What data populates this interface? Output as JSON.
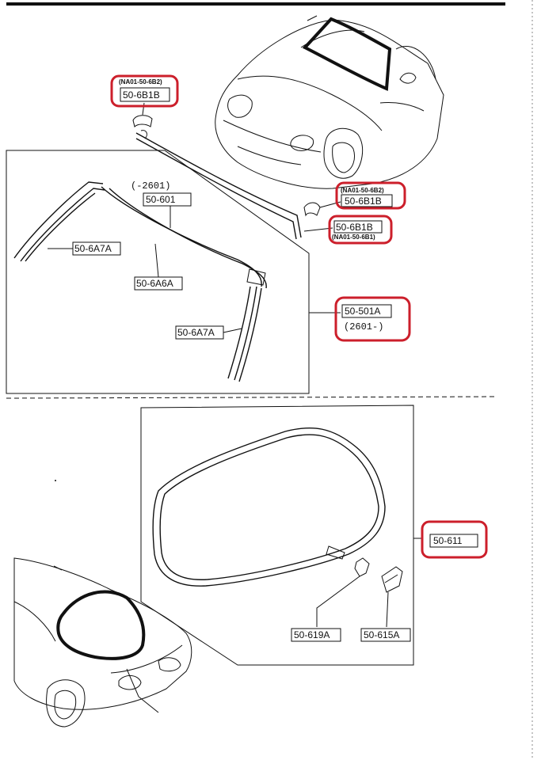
{
  "highlight_color": "#cc1f2b",
  "line_color": "#111111",
  "labels": {
    "top_left_alt": "(NA01-50-6B2)",
    "top_left_code": "50-6B1B",
    "mid_right_alt_a": "(NA01-50-6B2)",
    "mid_right_code_a": "50-6B1B",
    "mid_right_code_b": "50-6B1B",
    "mid_right_alt_b": "(NA01-50-6B1)",
    "serial_upto": "(-2601)",
    "part_601": "50-601",
    "part_6a7a_left": "50-6A7A",
    "part_6a6a": "50-6A6A",
    "part_6a7a_right": "50-6A7A",
    "part_501a": "50-501A",
    "serial_from": "(2601-)",
    "part_611": "50-611",
    "part_619a": "50-619A",
    "part_615a": "50-615A"
  },
  "icons": {
    "front_car": "car-front-illustration",
    "rear_car": "car-rear-illustration",
    "clip": "clip-icon",
    "retainer": "retainer-icon"
  }
}
